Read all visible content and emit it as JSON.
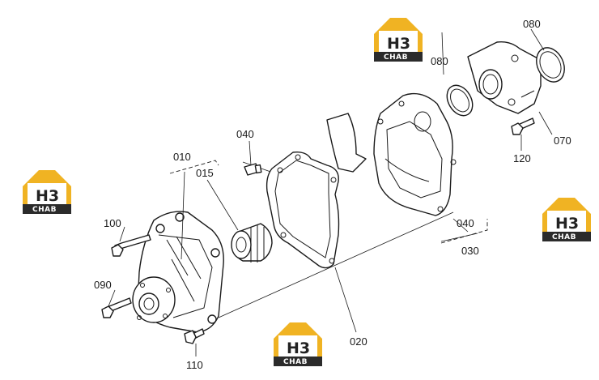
{
  "watermark": {
    "letters": "H3",
    "caption": "CHAB",
    "colors": {
      "roof": "#f0b323",
      "body": "#2b2b2b",
      "tile": "#ffffff"
    }
  },
  "callouts": [
    {
      "id": "c080a",
      "text": "080"
    },
    {
      "id": "c080b",
      "text": "080"
    },
    {
      "id": "c070",
      "text": "070"
    },
    {
      "id": "c120",
      "text": "120"
    },
    {
      "id": "c040a",
      "text": "040"
    },
    {
      "id": "c010",
      "text": "010"
    },
    {
      "id": "c015",
      "text": "015"
    },
    {
      "id": "c100",
      "text": "100"
    },
    {
      "id": "c090",
      "text": "090"
    },
    {
      "id": "c110",
      "text": "110"
    },
    {
      "id": "c020",
      "text": "020"
    },
    {
      "id": "c040b",
      "text": "040"
    },
    {
      "id": "c030",
      "text": "030"
    }
  ]
}
